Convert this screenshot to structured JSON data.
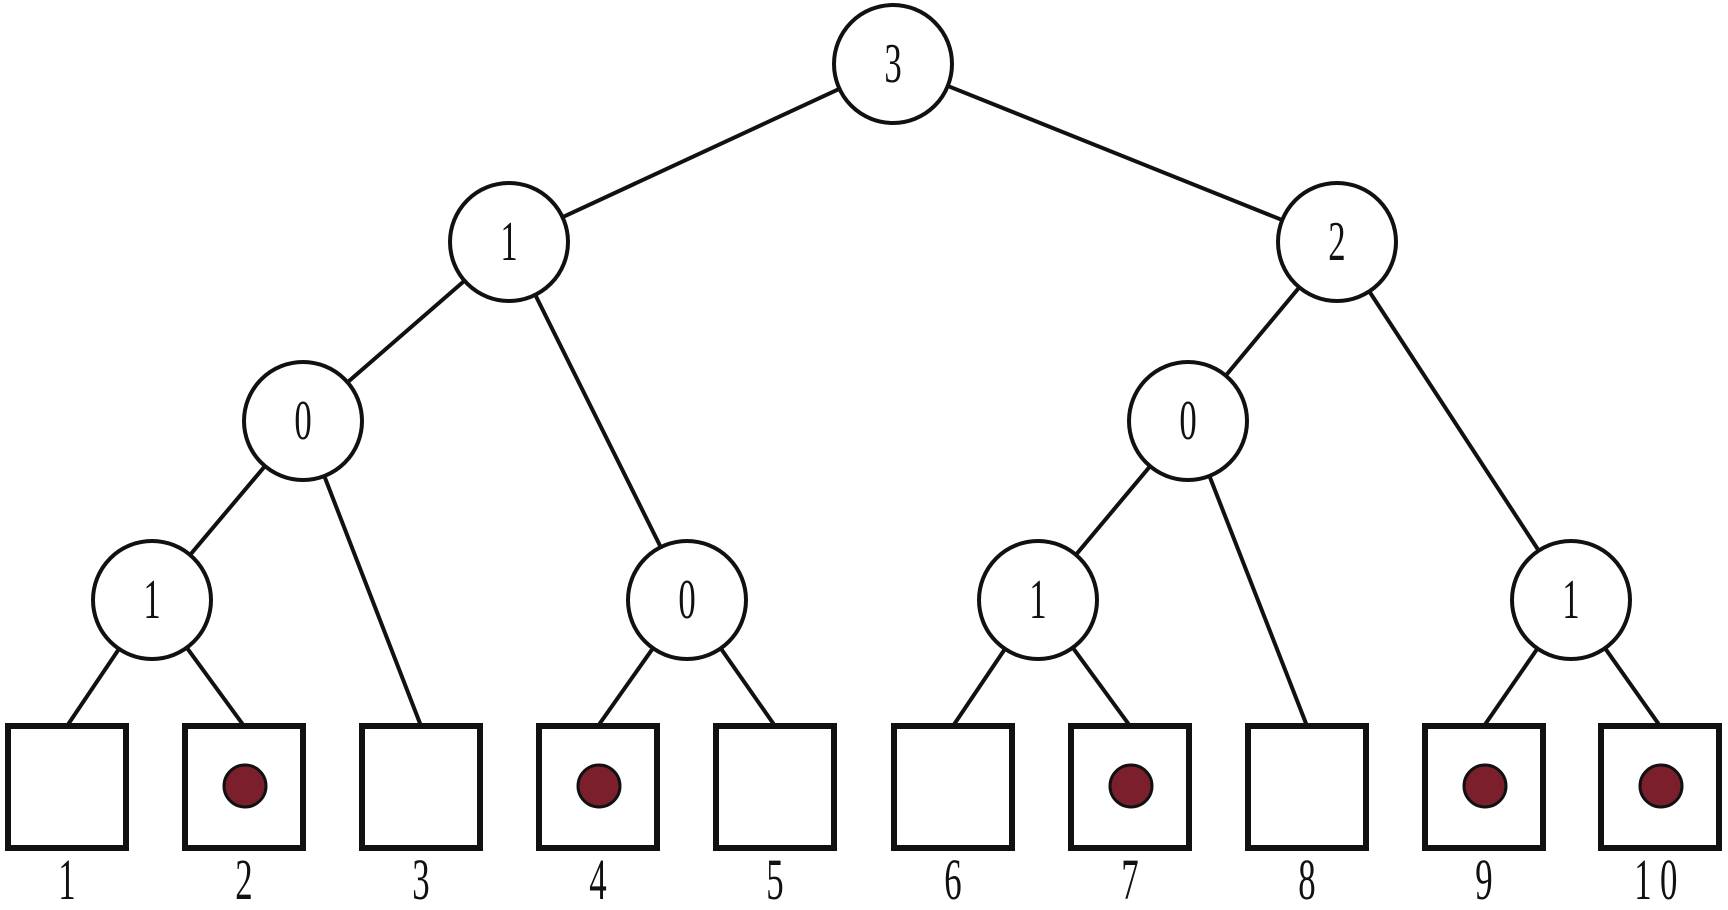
{
  "tree": {
    "internal_nodes": [
      {
        "id": "root",
        "value": "3"
      },
      {
        "id": "l1-left",
        "value": "1"
      },
      {
        "id": "l1-right",
        "value": "2"
      },
      {
        "id": "l2-a",
        "value": "0"
      },
      {
        "id": "l2-b",
        "value": "0"
      },
      {
        "id": "l3-a",
        "value": "1"
      },
      {
        "id": "l3-b",
        "value": "0"
      },
      {
        "id": "l3-c",
        "value": "1"
      },
      {
        "id": "l3-d",
        "value": "1"
      }
    ],
    "leaves": [
      {
        "index": "1",
        "marked": false
      },
      {
        "index": "2",
        "marked": true
      },
      {
        "index": "3",
        "marked": false
      },
      {
        "index": "4",
        "marked": true
      },
      {
        "index": "5",
        "marked": false
      },
      {
        "index": "6",
        "marked": false
      },
      {
        "index": "7",
        "marked": true
      },
      {
        "index": "8",
        "marked": false
      },
      {
        "index": "9",
        "marked": true
      },
      {
        "index": "10",
        "marked": true
      }
    ]
  },
  "colors": {
    "line": "#111111",
    "marker": "#7a1f2b",
    "background": "#ffffff"
  }
}
